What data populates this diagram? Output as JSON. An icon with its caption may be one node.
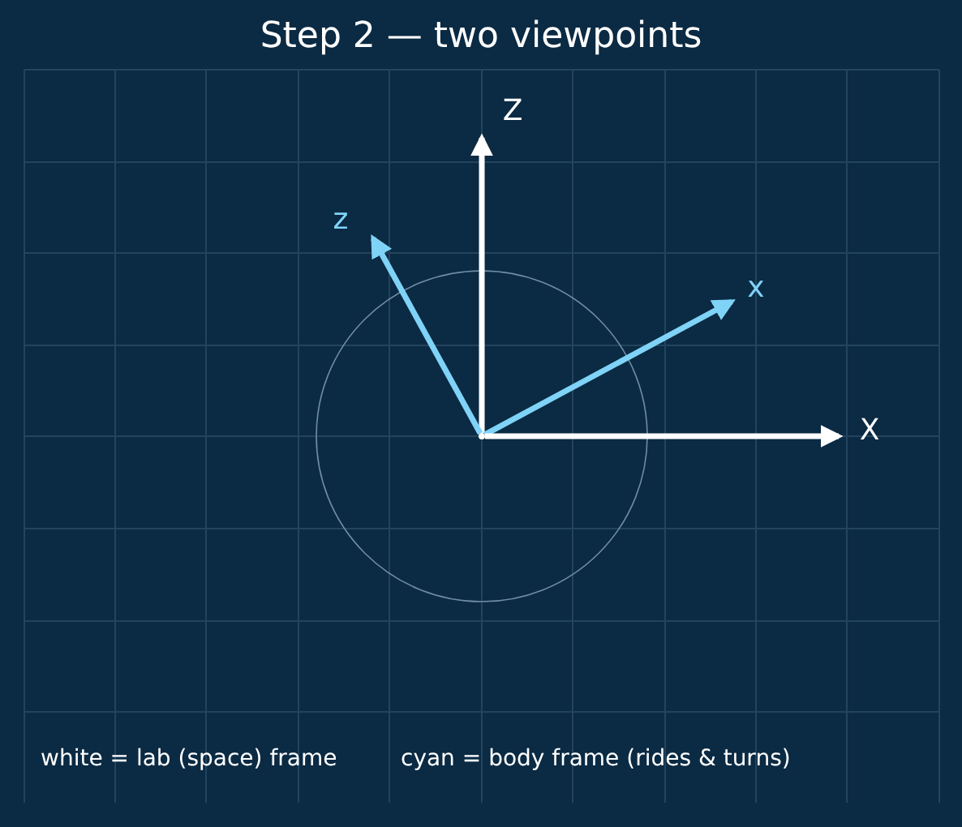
{
  "diagram": {
    "title": "Step 2 — two viewpoints",
    "nodes": [
      {
        "text": [],
        "shape": "point"
      },
      {
        "text": [
          "Z"
        ]
      },
      {
        "text": [
          "z"
        ]
      },
      {
        "text": [
          "x"
        ]
      },
      {
        "text": [
          "X"
        ]
      }
    ],
    "edges": [
      {
        "from": 0,
        "to": 1,
        "arrow": "to"
      },
      {
        "from": 0,
        "to": 2,
        "arrow": "to",
        "color": "#7fd3f7"
      },
      {
        "from": 0,
        "to": 3,
        "arrow": "to",
        "color": "#7fd3f7"
      },
      {
        "from": 0,
        "to": 4,
        "arrow": "to"
      }
    ],
    "labels": [
      "white = lab (space) frame",
      "cyan = body frame (rides & turns)"
    ]
  }
}
